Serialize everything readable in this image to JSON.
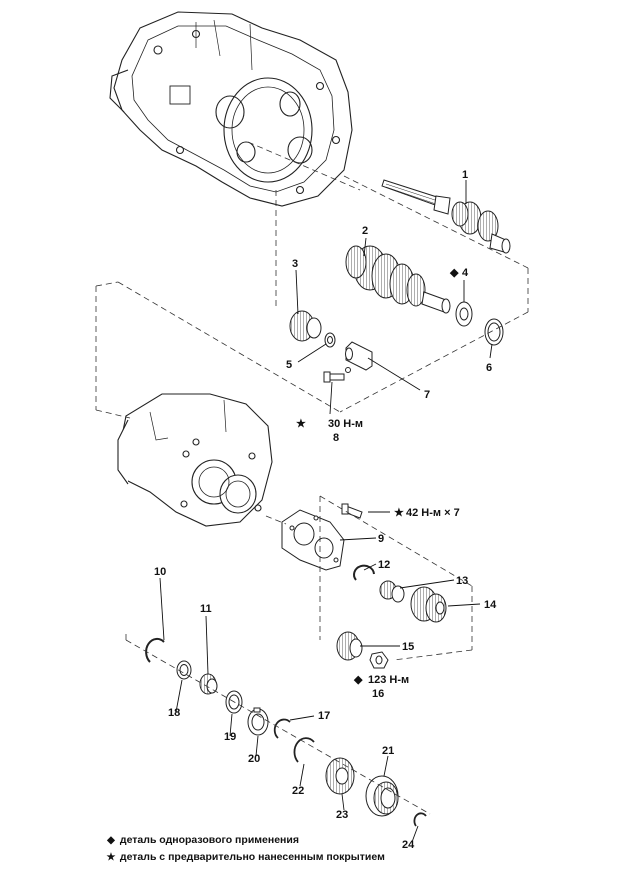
{
  "parts": [
    {
      "id": "1",
      "label": "1"
    },
    {
      "id": "2",
      "label": "2"
    },
    {
      "id": "3",
      "label": "3"
    },
    {
      "id": "4",
      "label": "4",
      "symbol": "◆"
    },
    {
      "id": "5",
      "label": "5"
    },
    {
      "id": "6",
      "label": "6"
    },
    {
      "id": "7",
      "label": "7"
    },
    {
      "id": "8",
      "label": "8"
    },
    {
      "id": "9",
      "label": "9"
    },
    {
      "id": "10",
      "label": "10"
    },
    {
      "id": "11",
      "label": "11"
    },
    {
      "id": "12",
      "label": "12"
    },
    {
      "id": "13",
      "label": "13"
    },
    {
      "id": "14",
      "label": "14"
    },
    {
      "id": "15",
      "label": "15"
    },
    {
      "id": "16",
      "label": "16"
    },
    {
      "id": "17",
      "label": "17"
    },
    {
      "id": "18",
      "label": "18"
    },
    {
      "id": "19",
      "label": "19"
    },
    {
      "id": "20",
      "label": "20"
    },
    {
      "id": "21",
      "label": "21"
    },
    {
      "id": "22",
      "label": "22"
    },
    {
      "id": "23",
      "label": "23"
    },
    {
      "id": "24",
      "label": "24"
    }
  ],
  "torques": {
    "t8": {
      "symbol": "★",
      "text": "30 Н-м"
    },
    "t9": {
      "symbol": "★",
      "text": "42 Н-м × 7"
    },
    "t16": {
      "symbol": "◆",
      "text": "123 Н-м"
    }
  },
  "symbols": {
    "diamond": "◆",
    "star": "★"
  },
  "legend": {
    "single_use": "деталь одноразового применения",
    "precoated": "деталь с предварительно нанесенным покрытием"
  }
}
